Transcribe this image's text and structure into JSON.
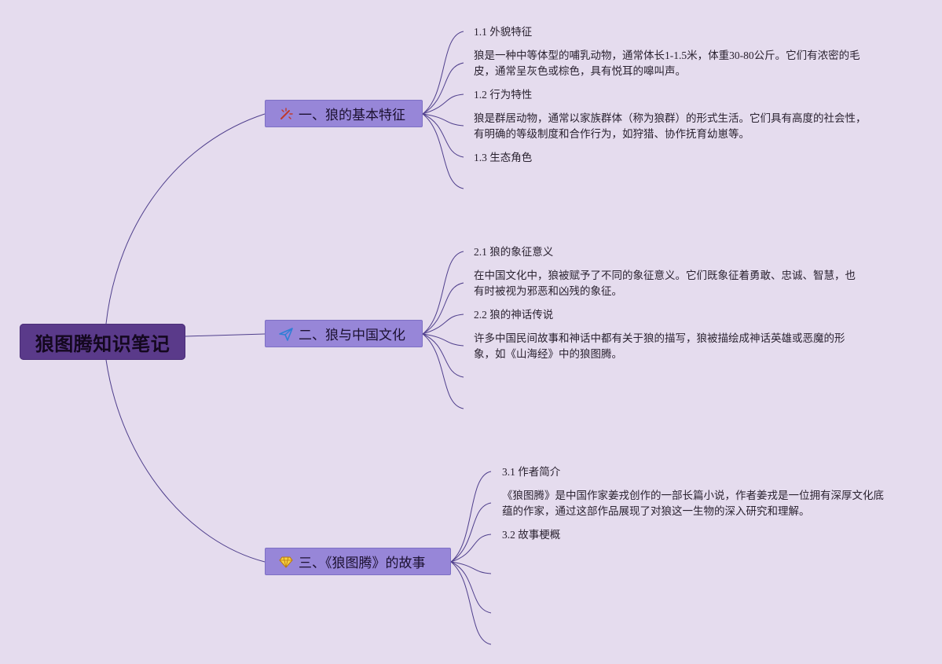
{
  "root": {
    "title": "狼图腾知识笔记"
  },
  "branches": [
    {
      "label": "一、狼的基本特征",
      "icon": "magic-wand-icon",
      "children": [
        {
          "text": "1.1 外貌特征"
        },
        {
          "text": "狼是一种中等体型的哺乳动物，通常体长1-1.5米，体重30-80公斤。它们有浓密的毛皮，通常呈灰色或棕色，具有悦耳的嗥叫声。"
        },
        {
          "text": "1.2 行为特性"
        },
        {
          "text": "狼是群居动物，通常以家族群体（称为狼群）的形式生活。它们具有高度的社会性，有明确的等级制度和合作行为，如狩猎、协作抚育幼崽等。"
        },
        {
          "text": "1.3 生态角色"
        }
      ]
    },
    {
      "label": "二、狼与中国文化",
      "icon": "paper-plane-icon",
      "children": [
        {
          "text": "2.1 狼的象征意义"
        },
        {
          "text": "在中国文化中，狼被赋予了不同的象征意义。它们既象征着勇敢、忠诚、智慧，也有时被视为邪恶和凶残的象征。"
        },
        {
          "text": "2.2 狼的神话传说"
        },
        {
          "text": "许多中国民间故事和神话中都有关于狼的描写，狼被描绘成神话英雄或恶魔的形象，如《山海经》中的狼图腾。"
        }
      ]
    },
    {
      "label": "三、《狼图腾》的故事",
      "icon": "diamond-icon",
      "children": [
        {
          "text": "3.1 作者简介"
        },
        {
          "text": "《狼图腾》是中国作家姜戎创作的一部长篇小说，作者姜戎是一位拥有深厚文化底蕴的作家，通过这部作品展现了对狼这一生物的深入研究和理解。"
        },
        {
          "text": "3.2 故事梗概"
        }
      ]
    }
  ],
  "colors": {
    "background": "#e5dcee",
    "root_fill": "#5a3a8a",
    "branch_fill": "#9786d8",
    "link": "#4f3f8c"
  }
}
